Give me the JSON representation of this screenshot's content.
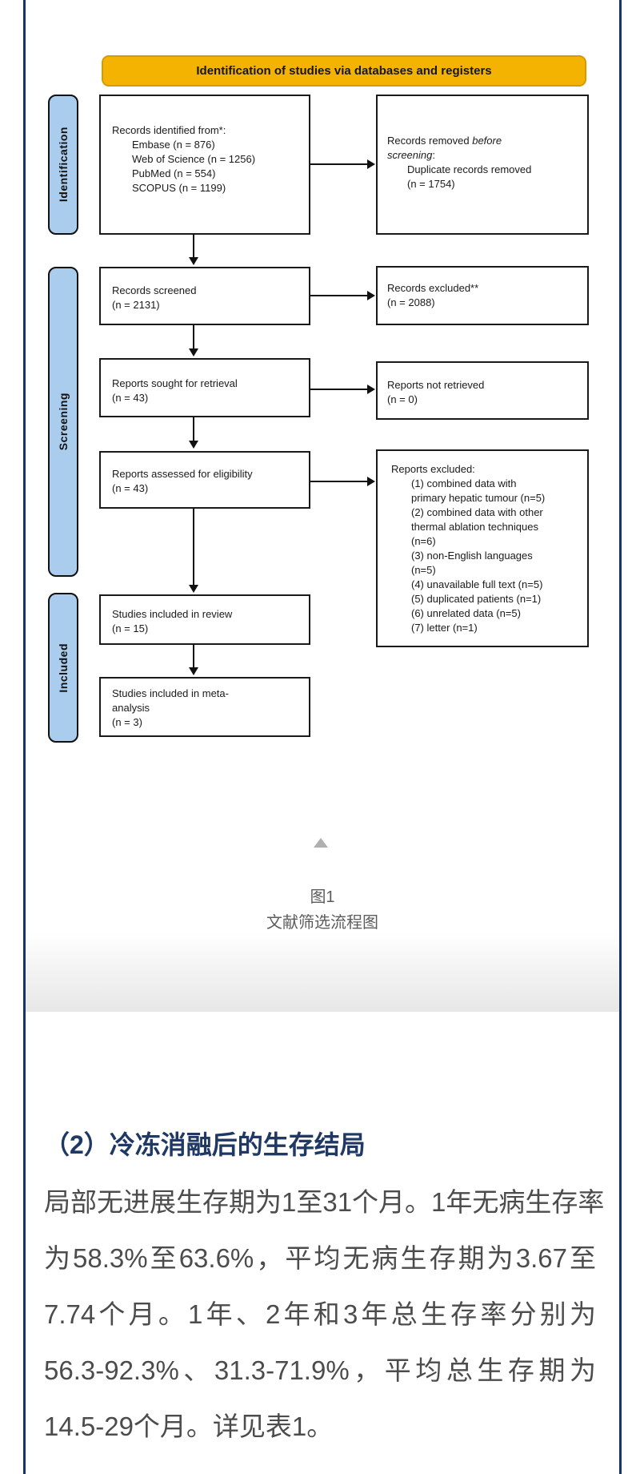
{
  "page": {
    "accent_navy": "#16336B",
    "banner_yellow": "#F5B301",
    "sidebar_blue": "#AACDEE"
  },
  "flowchart": {
    "banner": "Identification of studies via databases and registers",
    "stages": {
      "identification": "Identification",
      "screening": "Screening",
      "included": "Included"
    },
    "boxes": {
      "identified": {
        "lines": [
          {
            "t": "Records identified from*:"
          },
          {
            "t": "Embase (n = 876)",
            "ind": 1
          },
          {
            "t": "Web of Science (n = 1256)",
            "ind": 1
          },
          {
            "t": "PubMed (n = 554)",
            "ind": 1
          },
          {
            "t": "SCOPUS (n = 1199)",
            "ind": 1
          }
        ]
      },
      "removed": {
        "lines": [
          {
            "parts": [
              {
                "t": "Records removed "
              },
              {
                "t": "before",
                "em": true
              }
            ]
          },
          {
            "parts": [
              {
                "t": "screening",
                "em": true
              },
              {
                "t": ":"
              }
            ]
          },
          {
            "t": "Duplicate records removed",
            "ind": 1
          },
          {
            "t": "(n = 1754)",
            "ind": 1
          }
        ]
      },
      "screened": {
        "lines": [
          {
            "t": "Records screened"
          },
          {
            "t": "(n = 2131)"
          }
        ]
      },
      "records_excluded": {
        "lines": [
          {
            "t": "Records excluded**"
          },
          {
            "t": "(n = 2088)"
          }
        ]
      },
      "sought": {
        "lines": [
          {
            "t": "Reports sought for retrieval"
          },
          {
            "t": "(n = 43)"
          }
        ]
      },
      "not_retrieved": {
        "lines": [
          {
            "t": "Reports not retrieved"
          },
          {
            "t": "(n = 0)"
          }
        ]
      },
      "assessed": {
        "lines": [
          {
            "t": "Reports assessed for eligibility"
          },
          {
            "t": "(n = 43)"
          }
        ]
      },
      "reports_excluded": {
        "lines": [
          {
            "t": "Reports excluded:"
          },
          {
            "t": "(1) combined data with",
            "ind": 1
          },
          {
            "t": "primary hepatic tumour (n=5)",
            "ind": 1
          },
          {
            "t": "(2) combined data with other",
            "ind": 1
          },
          {
            "t": "thermal ablation techniques",
            "ind": 1
          },
          {
            "t": "(n=6)",
            "ind": 1
          },
          {
            "t": "(3) non-English languages",
            "ind": 1
          },
          {
            "t": "(n=5)",
            "ind": 1
          },
          {
            "t": "(4) unavailable full text (n=5)",
            "ind": 1
          },
          {
            "t": "(5) duplicated patients (n=1)",
            "ind": 1
          },
          {
            "t": "(6) unrelated data (n=5)",
            "ind": 1
          },
          {
            "t": "(7) letter (n=1)",
            "ind": 1
          }
        ]
      },
      "review": {
        "lines": [
          {
            "t": "Studies included in review"
          },
          {
            "t": "(n = 15)"
          }
        ]
      },
      "meta": {
        "lines": [
          {
            "t": "Studies included in meta-"
          },
          {
            "t": "analysis"
          },
          {
            "t": "(n = 3)"
          }
        ]
      }
    }
  },
  "figure": {
    "collapse_icon": "triangle-up",
    "label": "图1",
    "title": "文献筛选流程图"
  },
  "article": {
    "heading": "（2）冷冻消融后的生存结局",
    "lines": [
      "局部无进展生存期为1至31个月。1年无病生存率",
      "为58.3%至63.6%，平均无病生存期为3.67至",
      "7.74个月。1年、2年和3年总生存率分别为",
      "56.3-92.3%、31.3-71.9%，平均总生存期为",
      "14.5-29个月。详见表1。"
    ]
  }
}
